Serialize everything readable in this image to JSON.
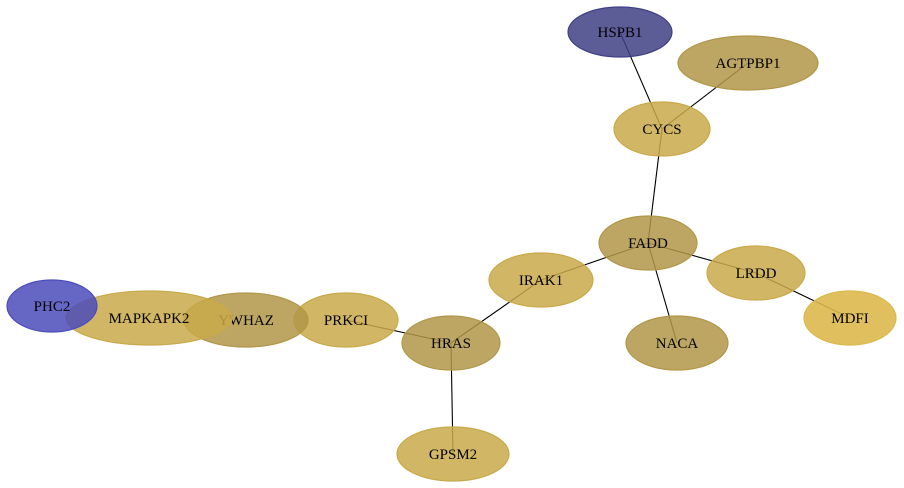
{
  "colors": {
    "gold": "#c9a94a",
    "dark_gold": "#b19748",
    "bright_gold": "#dcb84c",
    "navy": "#3f3f85",
    "blue": "#4b4cbb",
    "edge": "#000000"
  },
  "nodes": [
    {
      "id": "HSPB1",
      "label": "HSPB1",
      "color": "navy"
    },
    {
      "id": "AGTPBP1",
      "label": "AGTPBP1",
      "color": "dark_gold"
    },
    {
      "id": "CYCS",
      "label": "CYCS",
      "color": "gold"
    },
    {
      "id": "FADD",
      "label": "FADD",
      "color": "dark_gold"
    },
    {
      "id": "IRAK1",
      "label": "IRAK1",
      "color": "gold"
    },
    {
      "id": "LRDD",
      "label": "LRDD",
      "color": "gold"
    },
    {
      "id": "MDFI",
      "label": "MDFI",
      "color": "bright_gold"
    },
    {
      "id": "NACA",
      "label": "NACA",
      "color": "dark_gold"
    },
    {
      "id": "HRAS",
      "label": "HRAS",
      "color": "dark_gold"
    },
    {
      "id": "GPSM2",
      "label": "GPSM2",
      "color": "gold"
    },
    {
      "id": "PRKCI",
      "label": "PRKCI",
      "color": "gold"
    },
    {
      "id": "YWHAZ",
      "label": "YWHAZ",
      "color": "dark_gold"
    },
    {
      "id": "MAPKAPK2",
      "label": "MAPKAPK2",
      "color": "gold"
    },
    {
      "id": "PHC2",
      "label": "PHC2",
      "color": "blue"
    }
  ],
  "edges": [
    [
      "HSPB1",
      "CYCS"
    ],
    [
      "AGTPBP1",
      "CYCS"
    ],
    [
      "CYCS",
      "FADD"
    ],
    [
      "FADD",
      "IRAK1"
    ],
    [
      "FADD",
      "LRDD"
    ],
    [
      "FADD",
      "NACA"
    ],
    [
      "LRDD",
      "MDFI"
    ],
    [
      "IRAK1",
      "HRAS"
    ],
    [
      "HRAS",
      "PRKCI"
    ],
    [
      "HRAS",
      "GPSM2"
    ]
  ]
}
